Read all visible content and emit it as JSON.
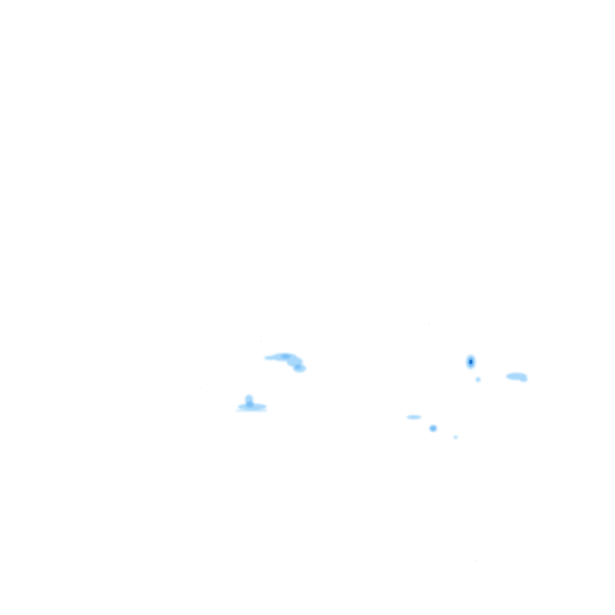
{
  "map": {
    "background_color": "#ffffff",
    "colors": {
      "light_precip": "#a8d8fb",
      "medium_precip": "#7cc0f6",
      "heavy_precip": "#3a8fe0",
      "core": "#1e6fd0"
    },
    "echo_cells": [
      {
        "id": "cell-a",
        "intensity": "light"
      },
      {
        "id": "cell-b",
        "intensity": "light"
      },
      {
        "id": "cell-c",
        "intensity": "light"
      },
      {
        "id": "cell-d",
        "intensity": "light"
      },
      {
        "id": "cell-e",
        "intensity": "heavy"
      },
      {
        "id": "cell-f",
        "intensity": "light"
      },
      {
        "id": "cell-g",
        "intensity": "light"
      }
    ]
  }
}
